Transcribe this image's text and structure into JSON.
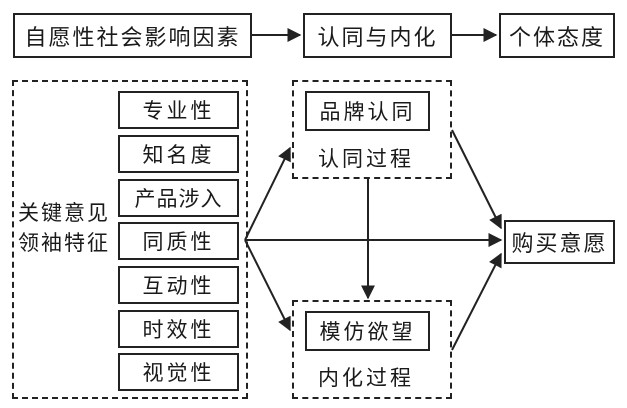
{
  "top_flow": {
    "factors": "自愿性社会影响因素",
    "internalization": "认同与内化",
    "attitude": "个体态度"
  },
  "kol": {
    "label_line1": "关键意见",
    "label_line2": "领袖特征",
    "traits": [
      "专业性",
      "知名度",
      "产品涉入",
      "同质性",
      "互动性",
      "时效性",
      "视觉性"
    ]
  },
  "identification": {
    "box": "品牌认同",
    "process": "认同过程"
  },
  "internalization_group": {
    "box": "模仿欲望",
    "process": "内化过程"
  },
  "outcome": "购买意愿"
}
